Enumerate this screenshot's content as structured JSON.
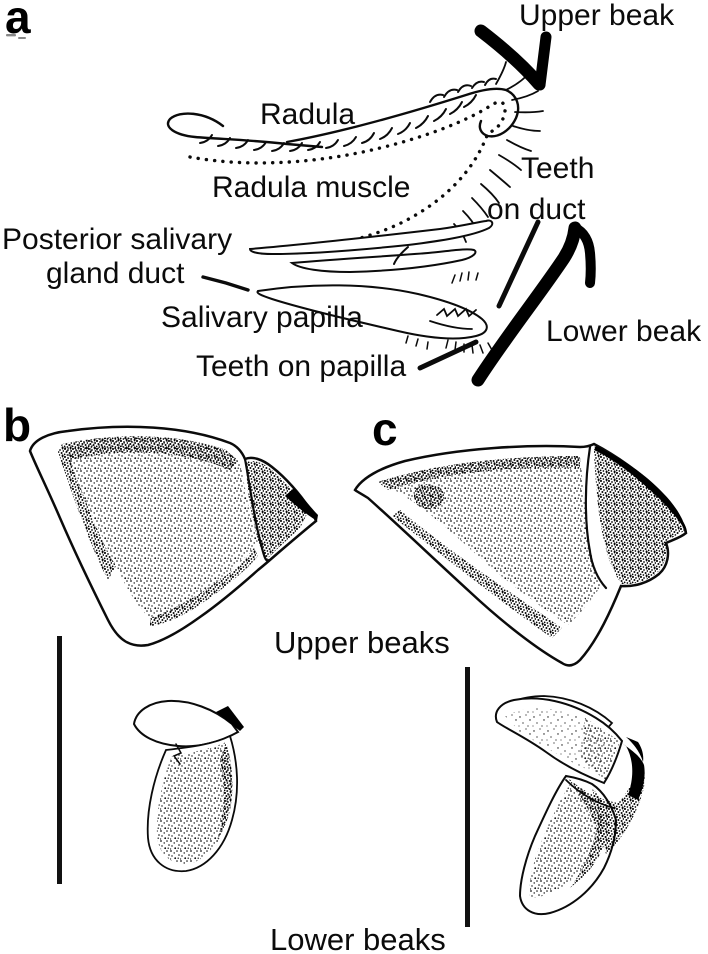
{
  "figure": {
    "type": "anatomical-line-drawing",
    "background": "#ffffff",
    "ink": "#000000",
    "panel_a": {
      "letter": "a",
      "labels": {
        "radula": "Radula",
        "radula_muscle": "Radula muscle",
        "posterior_salivary_line1": "Posterior salivary",
        "posterior_salivary_line2": "gland duct",
        "salivary_papilla": "Salivary papilla",
        "teeth_on_papilla": "Teeth on papilla",
        "teeth_on_duct_line1": "Teeth",
        "teeth_on_duct_line2": "on duct",
        "upper_beak": "Upper beak",
        "lower_beak": "Lower beak"
      }
    },
    "panel_b": {
      "letter": "b"
    },
    "panel_c": {
      "letter": "c"
    },
    "captions": {
      "upper_beaks": "Upper beaks",
      "lower_beaks": "Lower beaks"
    }
  }
}
